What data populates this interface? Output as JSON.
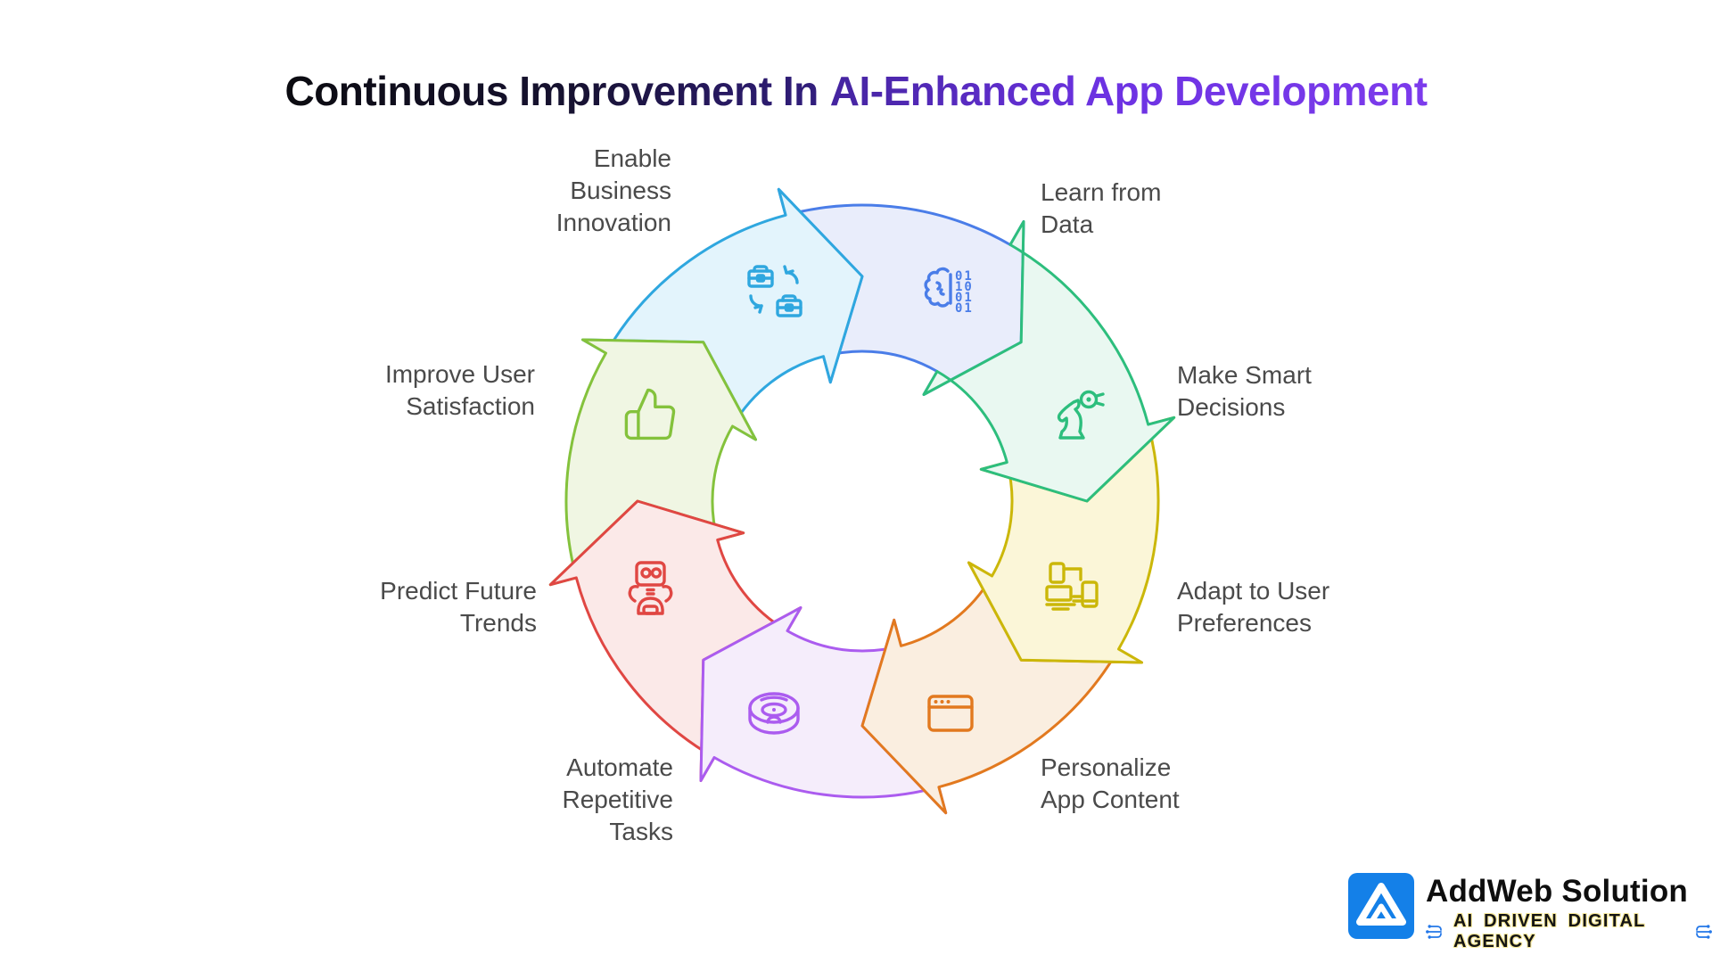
{
  "title": {
    "part1": "Continuous Improvement In",
    "part2": "AI-Enhanced App Development"
  },
  "cycle": {
    "segments": [
      {
        "id": "enable-business-innovation",
        "label": "Enable\nBusiness\nInnovation",
        "icon": "briefcase-sync-icon",
        "stroke": "#2FA7DF",
        "fill": "#E3F4FC",
        "head_angle_deg": 270,
        "z": 2
      },
      {
        "id": "learn-from-data",
        "label": "Learn from\nData",
        "icon": "brain-binary-icon",
        "stroke": "#4A7DE8",
        "fill": "#E9EDFB",
        "head_angle_deg": 315,
        "z": 1
      },
      {
        "id": "make-smart-decisions",
        "label": "Make Smart\nDecisions",
        "icon": "chess-knight-icon",
        "stroke": "#2DBE7D",
        "fill": "#E9F8F1",
        "head_angle_deg": 360,
        "z": 8
      },
      {
        "id": "adapt-to-user-preferences",
        "label": "Adapt to User\nPreferences",
        "icon": "devices-icon",
        "stroke": "#CBB709",
        "fill": "#FBF6D8",
        "head_angle_deg": 45,
        "z": 7
      },
      {
        "id": "personalize-app-content",
        "label": "Personalize\nApp Content",
        "icon": "browser-window-icon",
        "stroke": "#E2791F",
        "fill": "#FAEEE0",
        "head_angle_deg": 90,
        "z": 6
      },
      {
        "id": "automate-repetitive-tasks",
        "label": "Automate\nRepetitive\nTasks",
        "icon": "robot-vacuum-icon",
        "stroke": "#AB5CEF",
        "fill": "#F5EDFB",
        "head_angle_deg": 135,
        "z": 5
      },
      {
        "id": "predict-future-trends",
        "label": "Predict Future\nTrends",
        "icon": "robot-icon",
        "stroke": "#E04743",
        "fill": "#FBE9E8",
        "head_angle_deg": 180,
        "z": 4
      },
      {
        "id": "improve-user-satisfaction",
        "label": "Improve User\nSatisfaction",
        "icon": "thumbs-up-icon",
        "stroke": "#84C23C",
        "fill": "#F0F6E3",
        "head_angle_deg": 225,
        "z": 3
      }
    ],
    "binary_rows": [
      "01",
      "10",
      "01",
      "01"
    ]
  },
  "logo": {
    "company": "AddWeb Solution",
    "tagline": "AI DRIVEN DIGITAL AGENCY",
    "brand_blue": "#1480E8"
  }
}
